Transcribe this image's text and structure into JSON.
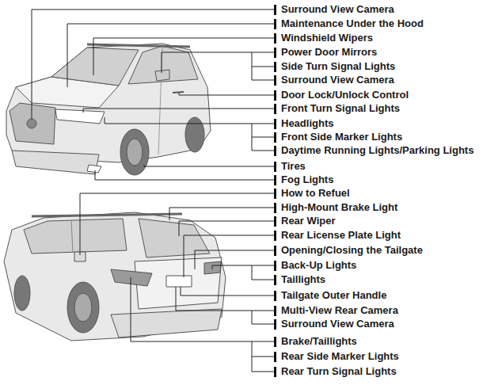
{
  "diagram": {
    "labels": [
      "Surround View Camera",
      "Maintenance Under the Hood",
      "Windshield Wipers",
      "Power Door Mirrors",
      "Side Turn Signal Lights",
      "Surround View Camera",
      "Door Lock/Unlock Control",
      "Front Turn Signal Lights",
      "Headlights",
      "Front Side Marker Lights",
      "Daytime Running Lights/Parking Lights",
      "Tires",
      "Fog Lights",
      "How to Refuel",
      "High-Mount Brake Light",
      "Rear Wiper",
      "Rear License Plate Light",
      "Opening/Closing the Tailgate",
      "Back-Up Lights",
      "Taillights",
      "Tailgate Outer Handle",
      "Multi-View Rear Camera",
      "Surround View Camera",
      "Brake/Taillights",
      "Rear Side Marker Lights",
      "Rear Turn Signal Lights"
    ]
  }
}
